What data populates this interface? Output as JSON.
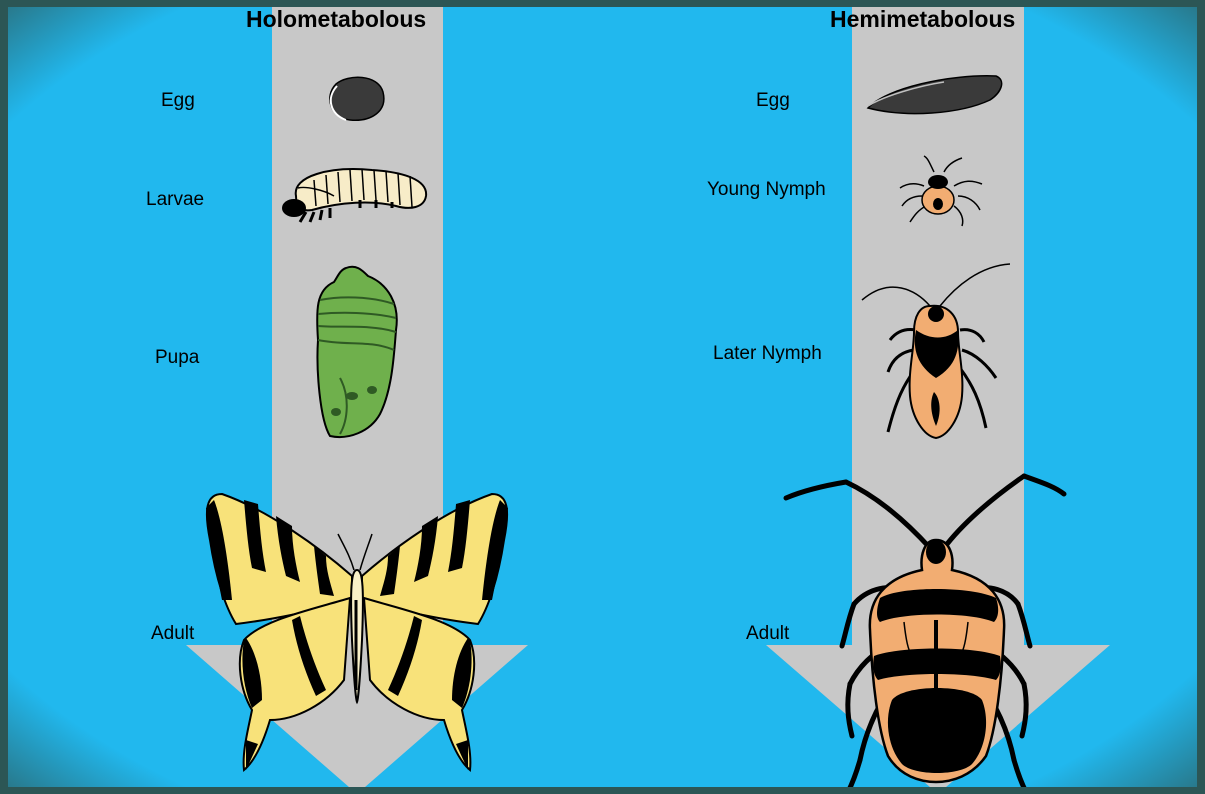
{
  "holometabolous": {
    "title": "Holometabolous",
    "stages": {
      "egg": "Egg",
      "larvae": "Larvae",
      "pupa": "Pupa",
      "adult": "Adult"
    }
  },
  "hemimetabolous": {
    "title": "Hemimetabolous",
    "stages": {
      "egg": "Egg",
      "young_nymph": "Young Nymph",
      "later_nymph": "Later Nymph",
      "adult": "Adult"
    }
  },
  "colors": {
    "background": "#21b8ee",
    "frame": "#2c5655",
    "arrow": "#c8c8c8",
    "egg": "#3a3a3a",
    "larva": "#f7ecc8",
    "pupa": "#6fb04c",
    "butterfly_wing": "#f8e27a",
    "bug_orange": "#f2ad72"
  },
  "icons": [
    "egg-icon",
    "caterpillar-icon",
    "chrysalis-icon",
    "swallowtail-butterfly-icon",
    "bug-egg-icon",
    "young-nymph-icon",
    "later-nymph-icon",
    "adult-bug-icon"
  ]
}
